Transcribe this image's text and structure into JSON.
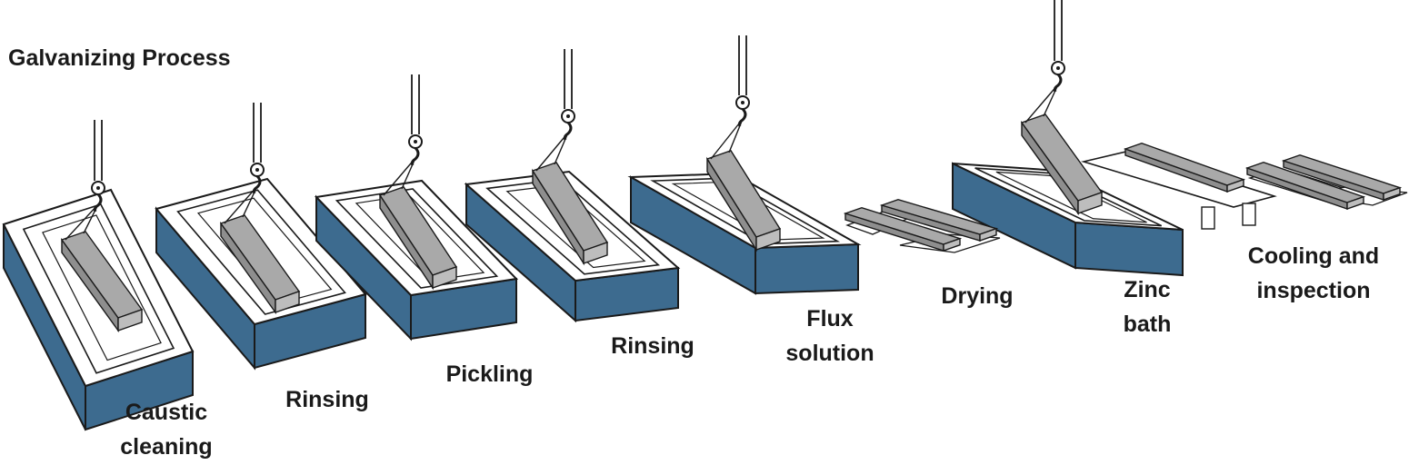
{
  "title": "Galvanizing Process",
  "colors": {
    "tank_side": "#3d6b8f",
    "beam": "#a9a9a9",
    "outline": "#1a1a1a"
  },
  "icons": {
    "hook": "crane-hook-icon"
  },
  "steps": [
    {
      "id": "caustic",
      "line1": "Caustic",
      "line2": "cleaning"
    },
    {
      "id": "rinse1",
      "line1": "Rinsing",
      "line2": ""
    },
    {
      "id": "pickling",
      "line1": "Pickling",
      "line2": ""
    },
    {
      "id": "rinse2",
      "line1": "Rinsing",
      "line2": ""
    },
    {
      "id": "flux",
      "line1": "Flux",
      "line2": "solution"
    },
    {
      "id": "drying",
      "line1": "Drying",
      "line2": ""
    },
    {
      "id": "zinc",
      "line1": "Zinc",
      "line2": "bath"
    },
    {
      "id": "cooling",
      "line1": "Cooling and",
      "line2": "inspection"
    }
  ]
}
